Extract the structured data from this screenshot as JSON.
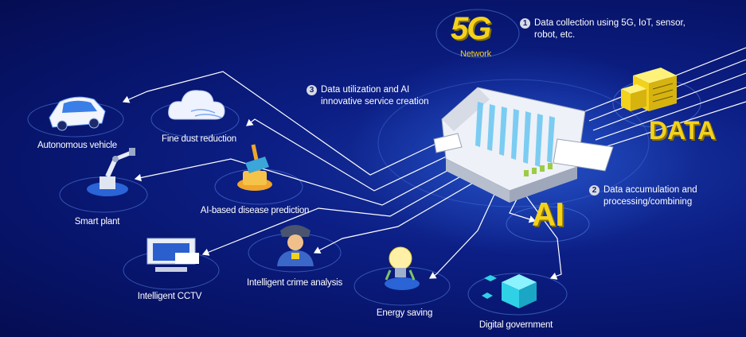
{
  "network": {
    "badge": "5G",
    "label": "Network"
  },
  "data_label": "DATA",
  "ai_label": "AI",
  "steps": [
    {
      "num": "1",
      "line1": "Data collection using 5G, IoT, sensor,",
      "line2": "robot, etc."
    },
    {
      "num": "2",
      "line1": "Data accumulation and",
      "line2": "processing/combining"
    },
    {
      "num": "3",
      "line1": "Data utilization and AI",
      "line2": "innovative service creation"
    }
  ],
  "services": {
    "autonomous_vehicle": "Autonomous vehicle",
    "fine_dust": "Fine dust reduction",
    "smart_plant": "Smart plant",
    "disease": "AI-based disease prediction",
    "cctv": "Intelligent CCTV",
    "crime": "Intelligent crime analysis",
    "energy": "Energy saving",
    "digital_gov": "Digital government"
  },
  "colors": {
    "accent_yellow": "#f3d21c",
    "background": "#0c1f86",
    "line": "#ffffff"
  }
}
